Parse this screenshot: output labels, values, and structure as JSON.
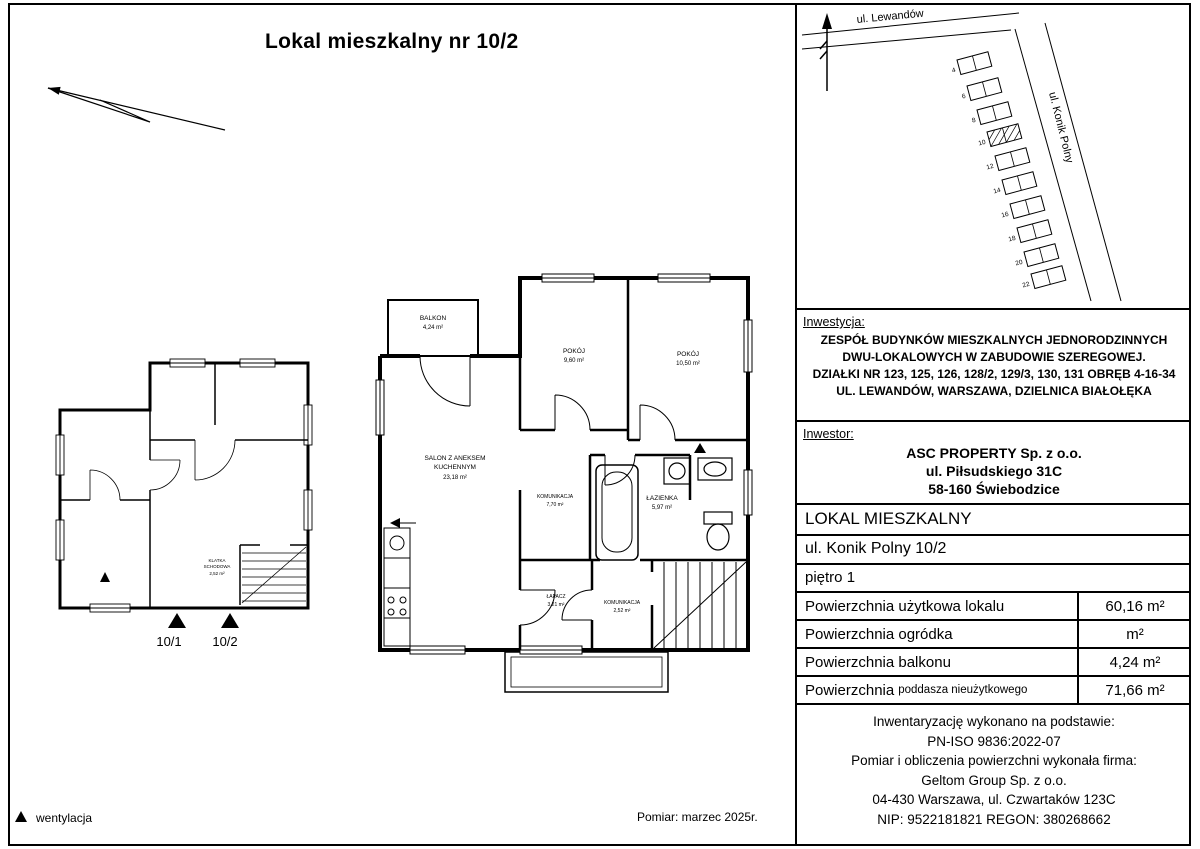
{
  "title": "Lokal mieszkalny nr 10/2",
  "footer_note": "Pomiar: marzec 2025r.",
  "legend": {
    "ventilation": "wentylacja"
  },
  "site_map": {
    "street_top": "ul. Lewandów",
    "street_side": "ul. Konik Polny",
    "plots": [
      "4",
      "6",
      "8",
      "10",
      "12",
      "14",
      "16",
      "18",
      "20",
      "22"
    ]
  },
  "overview_plan": {
    "stairwell_line1": "KLATKA",
    "stairwell_line2": "SCHODOWA",
    "stairwell_area": "2,52 m²",
    "unit_left": "10/1",
    "unit_right": "10/2"
  },
  "floor_plan": {
    "balkon": {
      "name": "BALKON",
      "area": "4,24 m²"
    },
    "pokoj1": {
      "name": "POKÓJ",
      "area": "9,60 m²"
    },
    "pokoj2": {
      "name": "POKÓJ",
      "area": "10,50 m²"
    },
    "salon": {
      "name1": "SALON Z ANEKSEM",
      "name2": "KUCHENNYM",
      "area": "23,18 m²"
    },
    "komunikacja1": {
      "name": "KOMUNIKACJA",
      "area": "7,70 m²"
    },
    "lazienka": {
      "name": "ŁAZIENKA",
      "area": "5,97 m²"
    },
    "lapacz": {
      "name": "ŁAPACZ",
      "area": "3,21 m²"
    },
    "komunikacja2": {
      "name": "KOMUNIKACJA",
      "area": "2,52 m²"
    }
  },
  "info": {
    "investment_label": "Inwestycja:",
    "investment": [
      "ZESPÓŁ BUDYNKÓW MIESZKALNYCH JEDNORODZINNYCH",
      "DWU-LOKALOWYCH W ZABUDOWIE SZEREGOWEJ.",
      "DZIAŁKI NR 123, 125, 126, 128/2, 129/3, 130, 131 OBRĘB 4-16-34",
      "UL. LEWANDÓW, WARSZAWA, DZIELNICA BIAŁOŁĘKA"
    ],
    "investor_label": "Inwestor:",
    "investor": [
      "ASC PROPERTY Sp. z o.o.",
      "ul. Piłsudskiego 31C",
      "58-160 Świebodzice"
    ],
    "unit_type": "LOKAL MIESZKALNY",
    "unit_address": "ul. Konik Polny 10/2",
    "unit_floor": "piętro 1",
    "areas": [
      {
        "label": "Powierzchnia użytkowa lokalu",
        "small": "",
        "value": "60,16 m²"
      },
      {
        "label": "Powierzchnia ogródka",
        "small": "",
        "value": "m²"
      },
      {
        "label": "Powierzchnia balkonu",
        "small": "",
        "value": "4,24 m²"
      },
      {
        "label": "Powierzchnia",
        "small": "poddasza nieużytkowego",
        "value": "71,66 m²"
      }
    ],
    "survey": [
      "Inwentaryzację wykonano na podstawie:",
      "PN-ISO 9836:2022-07",
      "Pomiar i obliczenia powierzchni wykonała firma:",
      "Geltom Group Sp. z o.o.",
      "04-430 Warszawa, ul. Czwartaków 123C",
      "NIP: 9522181821 REGON: 380268662"
    ]
  }
}
